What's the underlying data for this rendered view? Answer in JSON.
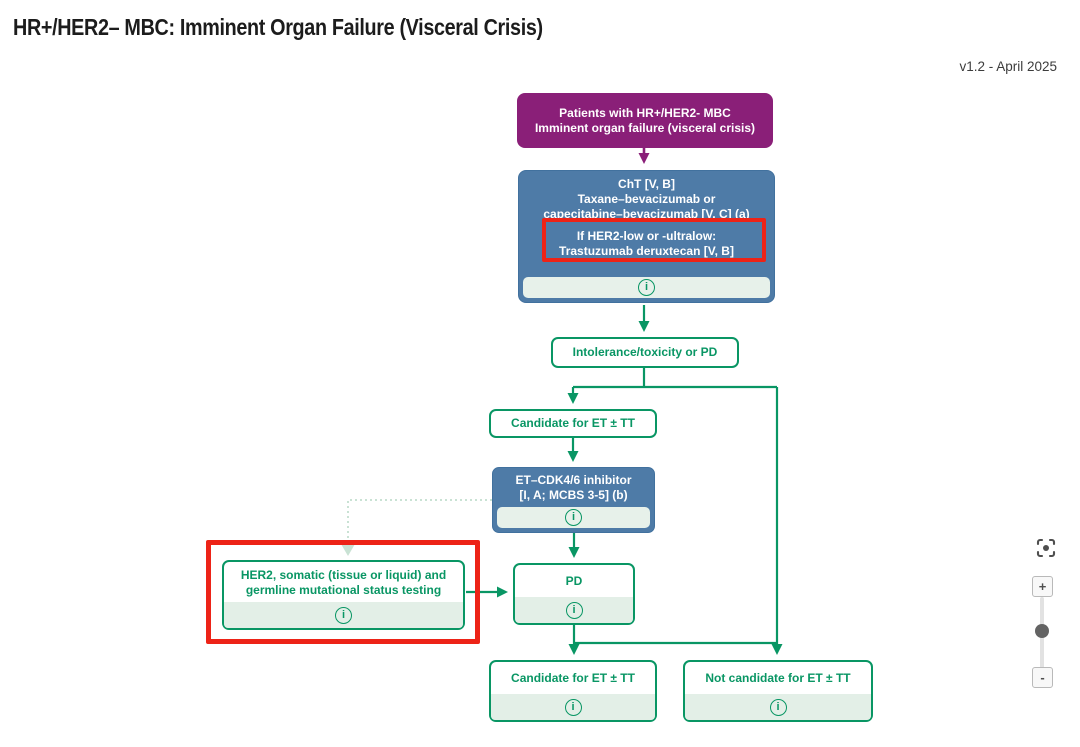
{
  "page": {
    "title": "HR+/HER2– MBC: Imminent Organ Failure (Visceral Crisis)",
    "version": "v1.2 - April 2025"
  },
  "colors": {
    "green": "#099664",
    "blue": "#4e7ba7",
    "purple": "#8a1f78",
    "highlight_red": "#ed2317",
    "info_strip": "#e7f1ea"
  },
  "flowchart": {
    "info_icon": "i",
    "start": {
      "line1": "Patients with HR+/HER2- MBC",
      "line2": "Imminent organ failure (visceral crisis)"
    },
    "cht": {
      "line1": "ChT [V, B]",
      "line2": "Taxane–bevacizumab or",
      "line3": "capecitabine–bevacizumab [V, C] (a)",
      "highlight_line1": "If HER2-low or -ultralow:",
      "highlight_line2": "Trastuzumab deruxtecan [V, B]"
    },
    "intolerance": {
      "label": "Intolerance/toxicity or PD"
    },
    "candidate_top": {
      "label": "Candidate for ET ± TT"
    },
    "et_cdk46": {
      "line1": "ET–CDK4/6 inhibitor",
      "line2": "[I, A; MCBS 3-5] (b)"
    },
    "her2_testing": {
      "line1": "HER2, somatic (tissue or liquid) and",
      "line2": "germline mutational status testing"
    },
    "pd": {
      "label": "PD"
    },
    "candidate_bottom": {
      "label": "Candidate for ET ± TT"
    },
    "not_candidate": {
      "label": "Not candidate for ET ± TT"
    }
  },
  "controls": {
    "zoom_in": "+",
    "zoom_out": "-"
  }
}
